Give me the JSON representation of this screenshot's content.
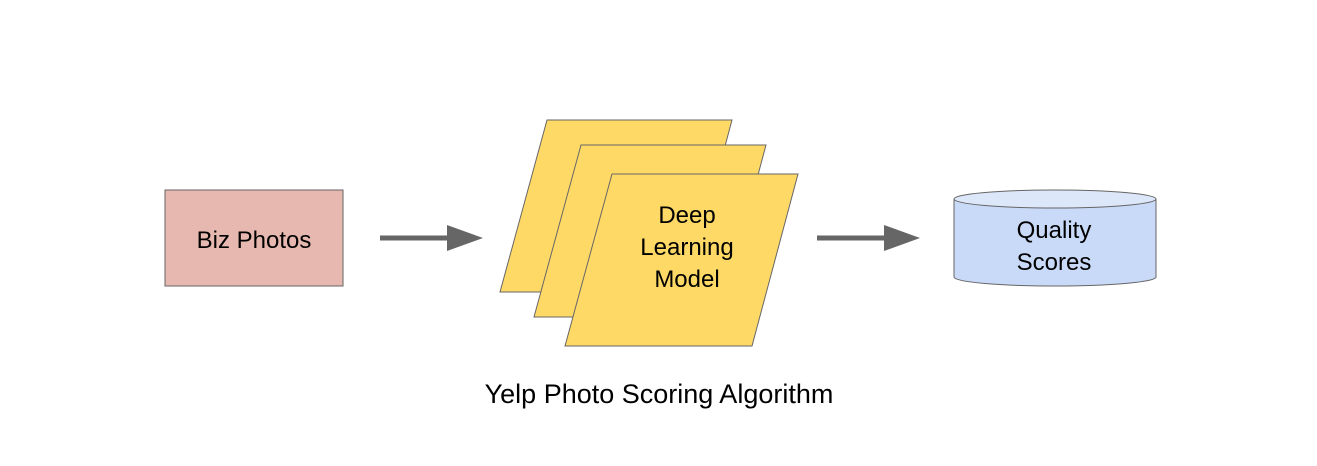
{
  "diagram": {
    "nodes": [
      {
        "id": "biz-photos",
        "label_lines": [
          "Biz Photos"
        ],
        "shape": "rectangle",
        "fill": "#e6b8af"
      },
      {
        "id": "model",
        "label_lines": [
          "Deep",
          "Learning",
          "Model"
        ],
        "shape": "stacked-parallelograms",
        "fill": "#ffd966"
      },
      {
        "id": "quality-scores",
        "label_lines": [
          "Quality",
          "Scores"
        ],
        "shape": "cylinder",
        "fill": "#c9daf8"
      }
    ],
    "edges": [
      {
        "from": "biz-photos",
        "to": "model"
      },
      {
        "from": "model",
        "to": "quality-scores"
      }
    ],
    "caption": "Yelp Photo Scoring Algorithm",
    "colors": {
      "stroke": "#666666",
      "arrow": "#666666",
      "cylinder_top": "#dde7fa"
    }
  }
}
